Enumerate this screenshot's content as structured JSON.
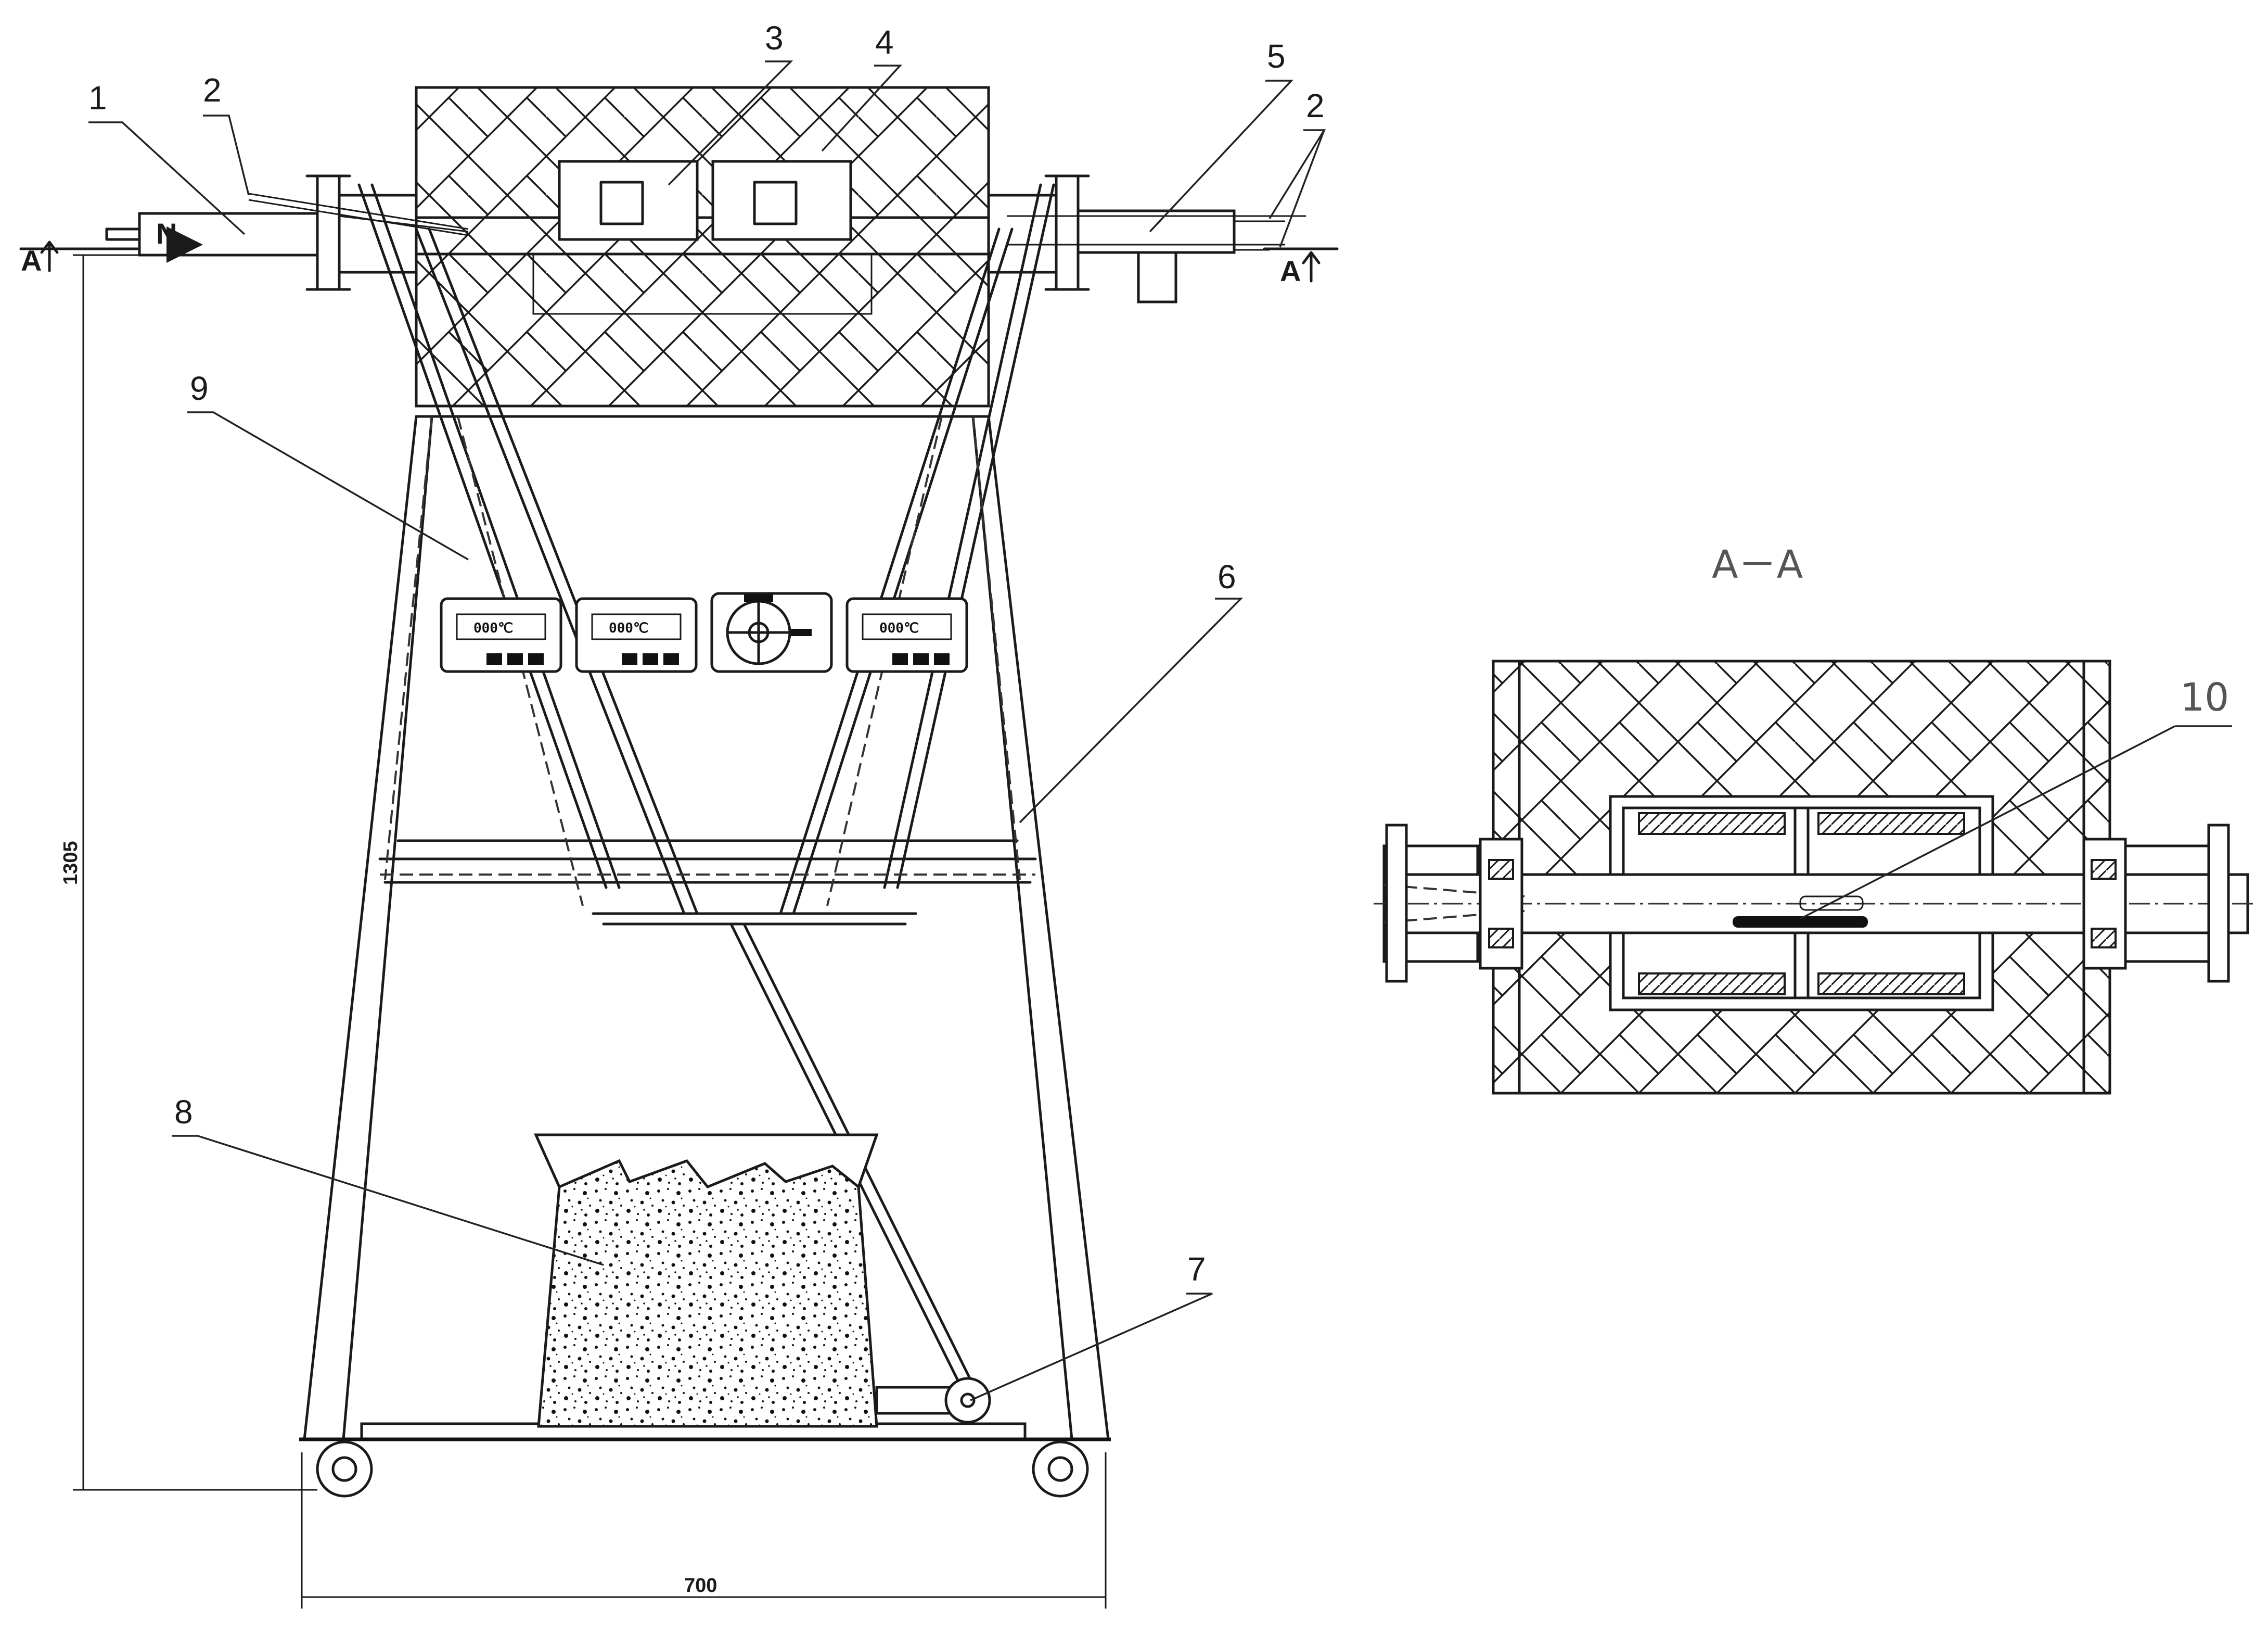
{
  "callouts": {
    "c1": "1",
    "c2a": "2",
    "c2b": "2",
    "c3": "3",
    "c4": "4",
    "c5": "5",
    "c6": "6",
    "c7": "7",
    "c8": "8",
    "c9": "9",
    "c10": "10"
  },
  "section_marks": {
    "left": "A",
    "right": "A"
  },
  "section_title": "A－A",
  "gas_label": "N",
  "dimensions": {
    "height": "1305",
    "width": "700"
  },
  "displays": [
    "000℃",
    "000℃",
    "000℃"
  ]
}
